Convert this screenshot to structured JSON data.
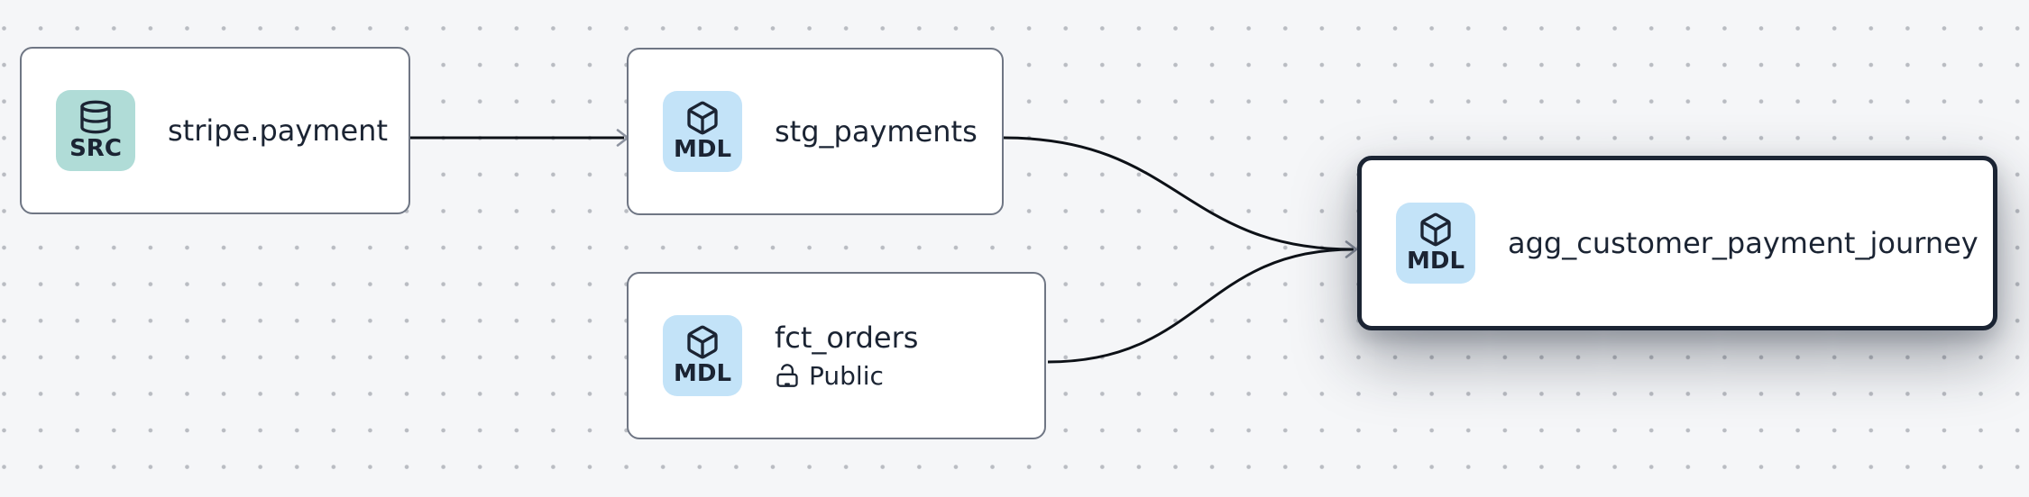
{
  "canvas": {
    "background_color": "#f5f6f8",
    "dot_grid_color": "#b9bcc2"
  },
  "colors": {
    "node_border": "#6f7684",
    "selected_node_border": "#1b2433",
    "node_text": "#1b2433",
    "edge_line": "#0d1117",
    "edge_arrowhead": "#8d93a0",
    "source_badge_bg": "#b0dcd7",
    "model_badge_bg": "#c3e3f8"
  },
  "nodes": [
    {
      "id": "stripe.payment",
      "label": "stripe.payment",
      "badge": "SRC",
      "icon": "database-icon",
      "type": "source",
      "selected": false
    },
    {
      "id": "stg_payments",
      "label": "stg_payments",
      "badge": "MDL",
      "icon": "cube-icon",
      "type": "model",
      "selected": false
    },
    {
      "id": "fct_orders",
      "label": "fct_orders",
      "badge": "MDL",
      "icon": "cube-icon",
      "type": "model",
      "access": "Public",
      "selected": false
    },
    {
      "id": "agg_customer_payment_journey",
      "label": "agg_customer_payment_journey",
      "badge": "MDL",
      "icon": "cube-icon",
      "type": "model",
      "selected": true
    }
  ],
  "edges": [
    {
      "from": "stripe.payment",
      "to": "stg_payments"
    },
    {
      "from": "stg_payments",
      "to": "agg_customer_payment_journey"
    },
    {
      "from": "fct_orders",
      "to": "agg_customer_payment_journey"
    }
  ]
}
